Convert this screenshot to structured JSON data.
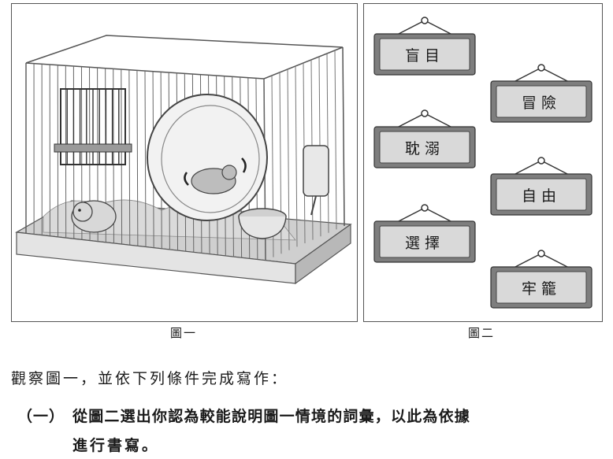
{
  "figure1": {
    "caption": "圖一"
  },
  "figure2": {
    "caption": "圖二",
    "signs": [
      "盲目",
      "冒險",
      "耽溺",
      "自由",
      "選擇",
      "牢籠"
    ]
  },
  "instruction": "觀察圖一，並依下列條件完成寫作：",
  "item1": {
    "marker": "（一）",
    "line1": "從圖二選出你認為較能說明圖一情境的詞彙，以此為依據",
    "line2": "進行書寫。"
  }
}
